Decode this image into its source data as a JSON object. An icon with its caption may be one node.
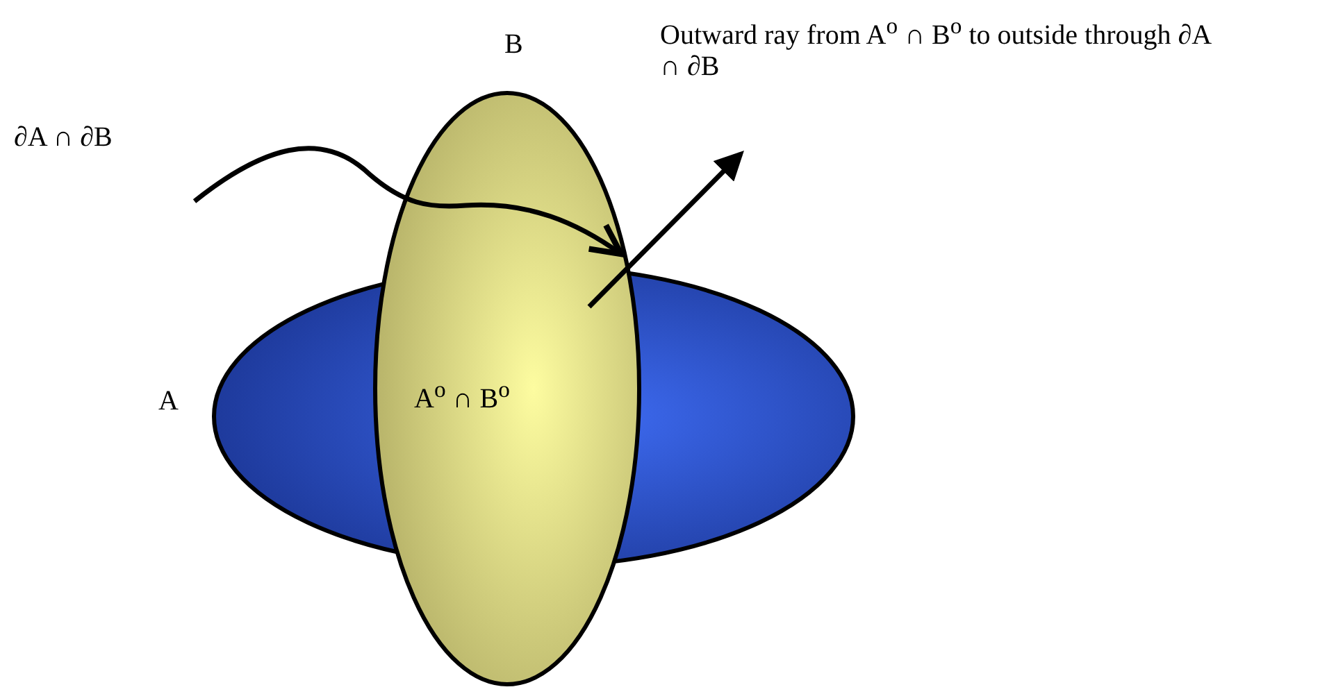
{
  "diagram": {
    "nodes": [
      {
        "text": [],
        "shape": "ellipse",
        "beside": [
          "A"
        ]
      },
      {
        "text": [
          "A$^{o}$ ∩ B$^{o}$"
        ],
        "beside": [
          "B"
        ]
      },
      {
        "text": [
          "∂A ∩ ∂B"
        ]
      }
    ],
    "edges": [
      {
        "from": 2,
        "to": 1,
        "arrow": "to"
      },
      {
        "from": 1,
        "to": null,
        "arrow": "to"
      }
    ],
    "labels": [
      "Outward ray from A$^{o}$ ∩ B$^{o}$ to outside through ∂A ∩ ∂B"
    ]
  }
}
